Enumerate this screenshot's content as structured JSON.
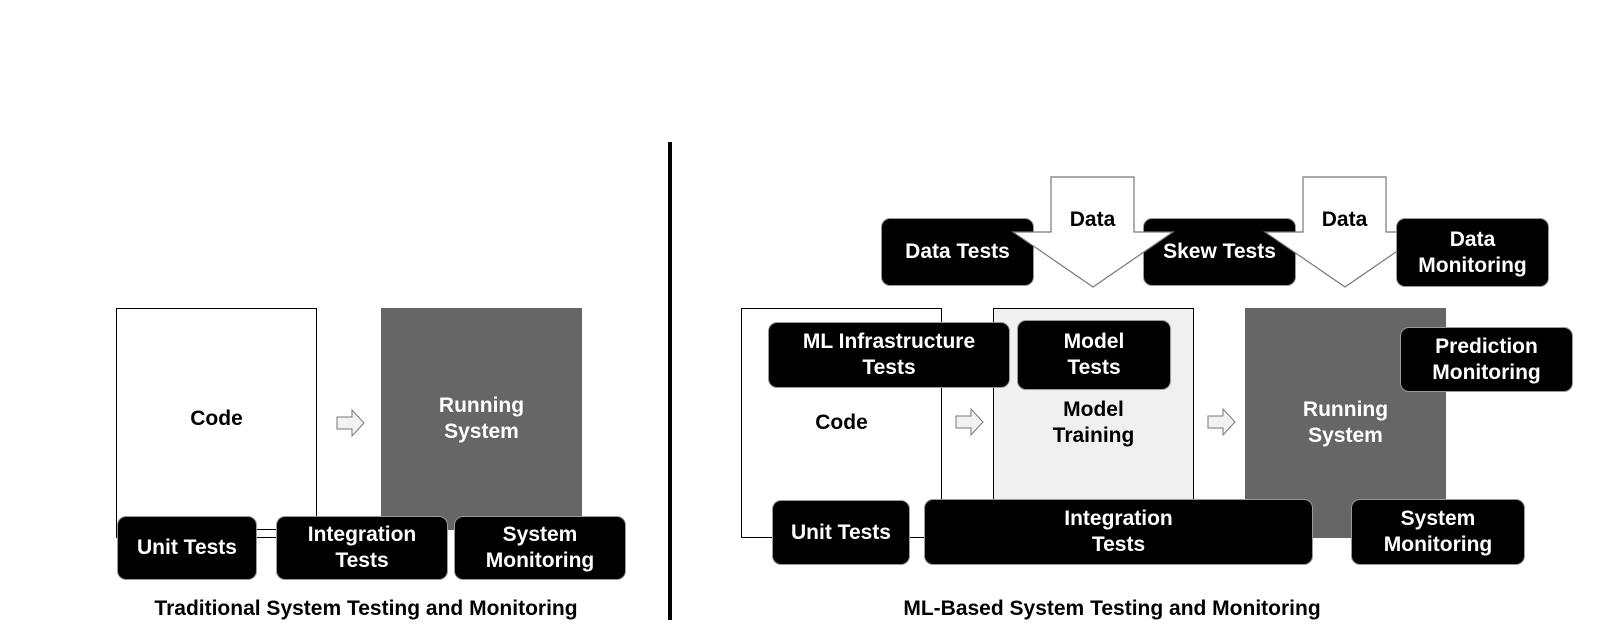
{
  "traditional": {
    "code_label": "Code",
    "running_label": "Running\nSystem",
    "unit_tests": "Unit Tests",
    "integration_tests": "Integration\nTests",
    "system_monitoring": "System\nMonitoring",
    "caption": "Traditional System Testing and Monitoring"
  },
  "ml": {
    "data_label_1": "Data",
    "data_label_2": "Data",
    "data_tests": "Data Tests",
    "skew_tests": "Skew Tests",
    "data_monitoring": "Data\nMonitoring",
    "ml_infrastructure_tests": "ML Infrastructure\nTests",
    "model_tests": "Model\nTests",
    "prediction_monitoring": "Prediction\nMonitoring",
    "code_label": "Code",
    "model_training_label": "Model\nTraining",
    "running_label": "Running\nSystem",
    "unit_tests": "Unit Tests",
    "integration_tests": "Integration\nTests",
    "system_monitoring": "System\nMonitoring",
    "caption": "ML-Based System Testing and Monitoring"
  },
  "colors": {
    "pill_fill": "#000000",
    "running_system_fill": "#666666",
    "model_training_fill": "#f0f0f0",
    "arrow_fill": "#ffffff"
  }
}
